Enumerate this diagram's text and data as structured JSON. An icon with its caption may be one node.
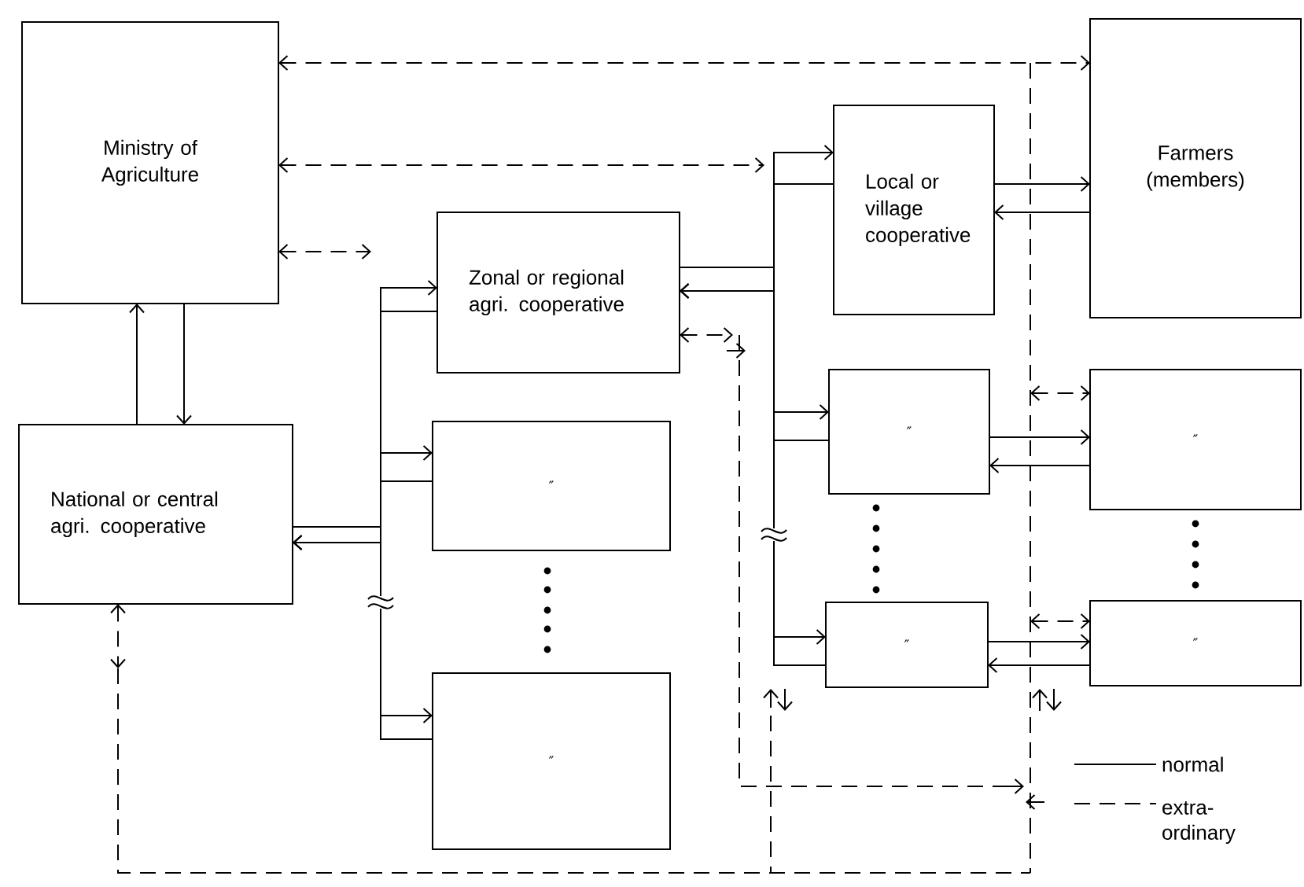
{
  "diagram": {
    "nodes": [
      {
        "text": [
          "Ministry of Agriculture"
        ]
      },
      {
        "text": [
          "National or central agri. cooperative"
        ]
      },
      {
        "text": [
          "Zonal or regional agri. cooperative"
        ]
      },
      {
        "text": [
          "″"
        ]
      },
      {
        "text": [
          "″"
        ]
      },
      {
        "text": [
          "Local or village cooperative"
        ]
      },
      {
        "text": [
          "″"
        ]
      },
      {
        "text": [
          "″"
        ]
      },
      {
        "text": [
          "Farmers (members)"
        ]
      },
      {
        "text": [
          "″"
        ]
      },
      {
        "text": [
          "″"
        ]
      }
    ],
    "edges": [
      {
        "from": 0,
        "to": 1,
        "arrow": "to"
      },
      {
        "from": 1,
        "to": 0,
        "arrow": "to"
      },
      {
        "from": 1,
        "to": 2,
        "arrow": "to"
      },
      {
        "from": 1,
        "to": 3,
        "arrow": "to"
      },
      {
        "from": 1,
        "to": 4,
        "arrow": "to"
      },
      {
        "from": 2,
        "to": 1,
        "arrow": "to"
      },
      {
        "from": 3,
        "to": 1,
        "arrow": "to"
      },
      {
        "from": 4,
        "to": 1,
        "arrow": "to"
      },
      {
        "from": 2,
        "to": 5,
        "arrow": "to"
      },
      {
        "from": 2,
        "to": 6,
        "arrow": "to"
      },
      {
        "from": 2,
        "to": 7,
        "arrow": "to"
      },
      {
        "from": 5,
        "to": 2,
        "arrow": "to"
      },
      {
        "from": 6,
        "to": 2,
        "arrow": "to"
      },
      {
        "from": 7,
        "to": 2,
        "arrow": "to"
      },
      {
        "from": 5,
        "to": 8,
        "arrow": "to"
      },
      {
        "from": 8,
        "to": 5,
        "arrow": "to"
      },
      {
        "from": 6,
        "to": 9,
        "arrow": "to"
      },
      {
        "from": 9,
        "to": 6,
        "arrow": "to"
      },
      {
        "from": 7,
        "to": 10,
        "arrow": "to"
      },
      {
        "from": 10,
        "to": 7,
        "arrow": "to"
      },
      {
        "from": 0,
        "to": 8,
        "arrow": "both",
        "style": "dashed"
      },
      {
        "from": 0,
        "to": null,
        "arrow": "both",
        "style": "dashed"
      },
      {
        "from": 0,
        "to": null,
        "arrow": "both",
        "style": "dashed"
      },
      {
        "from": 2,
        "to": null,
        "arrow": "both",
        "style": "dashed"
      },
      {
        "from": 1,
        "to": null,
        "arrow": "both",
        "style": "dashed"
      },
      {
        "from": null,
        "to": 9,
        "arrow": "both",
        "style": "dashed"
      },
      {
        "from": null,
        "to": 10,
        "arrow": "both",
        "style": "dashed"
      }
    ],
    "legend": [
      {
        "text": "normal"
      },
      {
        "text": "extra-ordinary"
      }
    ]
  }
}
